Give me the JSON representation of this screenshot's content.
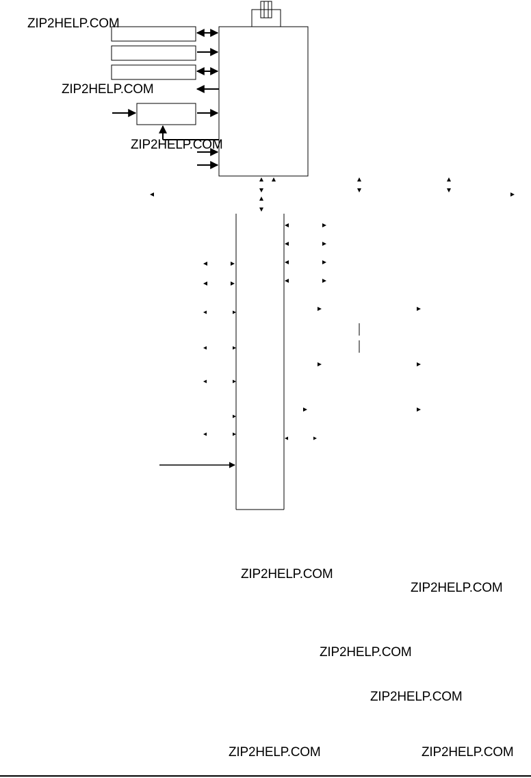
{
  "watermark": {
    "text": "ZIP2HELP.COM",
    "color": "#000000",
    "instances": [
      "ZIP2HELP.COM",
      "ZIP2HELP.COM",
      "ZIP2HELP.COM",
      "ZIP2HELP.COM",
      "ZIP2HELP.COM",
      "ZIP2HELP.COM",
      "ZIP2HELP.COM",
      "ZIP2HELP.COM",
      "ZIP2HELP.COM"
    ]
  },
  "diagram": {
    "line_color": "#000000",
    "background": "#ffffff"
  }
}
